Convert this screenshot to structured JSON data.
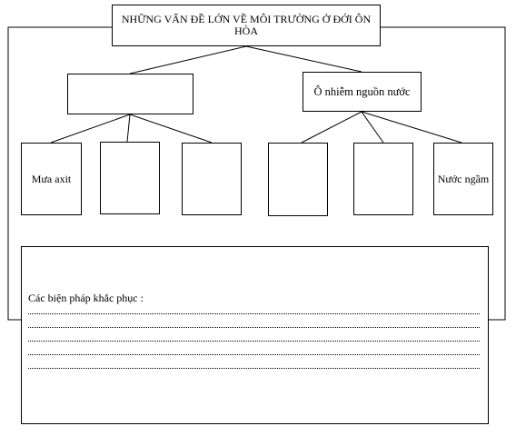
{
  "diagram": {
    "title": "NHỮNG VẤN ĐỀ LỚN VỀ MÔI TRƯỜNG Ở ĐỚI ÔN HÒA",
    "branches": [
      {
        "label": "",
        "leaves": [
          "Mưa axit",
          "",
          ""
        ]
      },
      {
        "label": "Ô nhiễm nguồn nước",
        "leaves": [
          "",
          "",
          "Nước ngầm"
        ]
      }
    ],
    "measures_label": "Các biện pháp khắc phục :"
  }
}
